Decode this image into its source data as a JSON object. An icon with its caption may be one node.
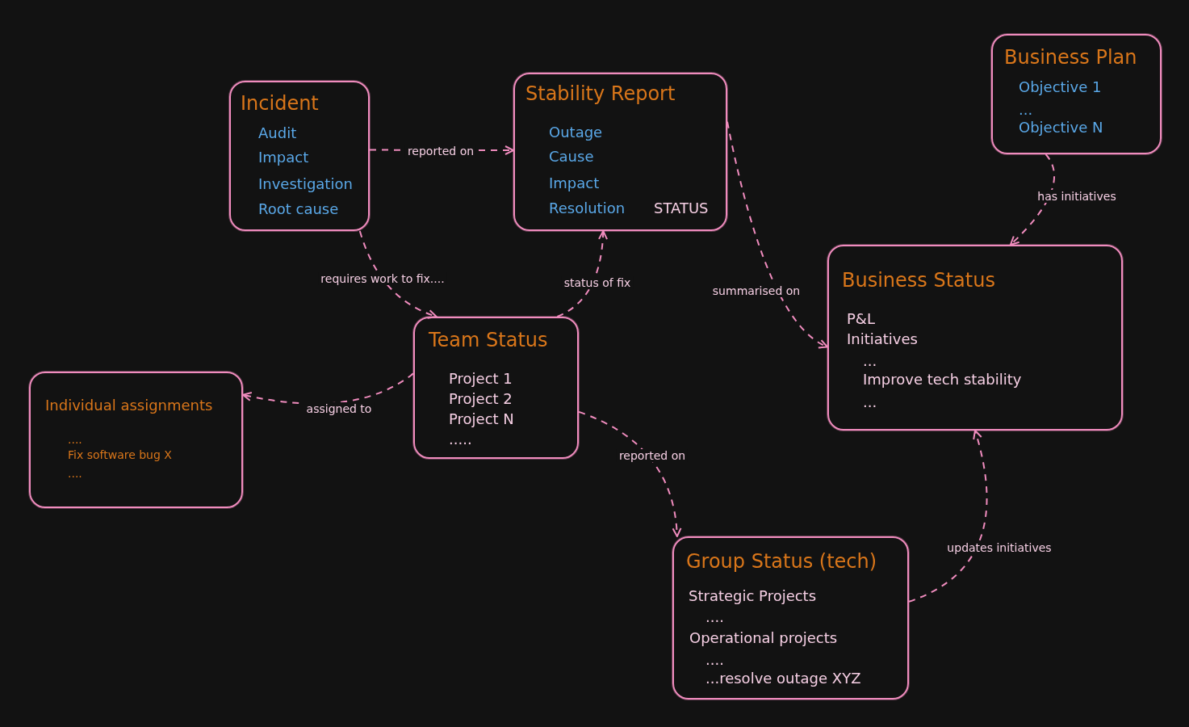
{
  "diagram": {
    "nodes": [
      {
        "text": [
          "Incident",
          "Audit",
          "Impact",
          "Investigation",
          "Root cause"
        ]
      },
      {
        "text": [
          "Stability Report",
          "Outage",
          "Cause",
          "Impact",
          "Resolution",
          "STATUS"
        ]
      },
      {
        "text": [
          "Business Plan",
          "Objective 1",
          "...",
          "Objective N"
        ]
      },
      {
        "text": [
          "Business Status",
          "P&L",
          "Initiatives",
          "...",
          "Improve tech stability",
          "..."
        ]
      },
      {
        "text": [
          "Team Status",
          "Project 1",
          "Project 2",
          "Project N",
          "....."
        ]
      },
      {
        "text": [
          "Individual assignments",
          "....",
          "Fix software bug X",
          "...."
        ]
      },
      {
        "text": [
          "Group Status (tech)",
          "Strategic Projects",
          "....",
          "Operational projects",
          "....",
          "...resolve outage XYZ"
        ]
      }
    ],
    "edges": [
      {
        "from": 0,
        "to": 1,
        "arrow": "to",
        "label": "reported on",
        "style": "dashed"
      },
      {
        "from": 0,
        "to": 4,
        "arrow": "to",
        "label": "requires work to fix....",
        "style": "dashed"
      },
      {
        "from": 4,
        "to": 1,
        "arrow": "to",
        "label": "status of fix",
        "style": "dashed"
      },
      {
        "from": 1,
        "to": 3,
        "arrow": "to",
        "label": "summarised on",
        "style": "dashed"
      },
      {
        "from": 2,
        "to": 3,
        "arrow": "to",
        "label": "has initiatives",
        "style": "dashed"
      },
      {
        "from": 4,
        "to": 5,
        "arrow": "to",
        "label": "assigned to",
        "style": "dashed"
      },
      {
        "from": 4,
        "to": 6,
        "arrow": "to",
        "label": "reported on",
        "style": "dashed"
      },
      {
        "from": 6,
        "to": 3,
        "arrow": "to",
        "label": "updates initiatives",
        "style": "dashed"
      }
    ]
  }
}
